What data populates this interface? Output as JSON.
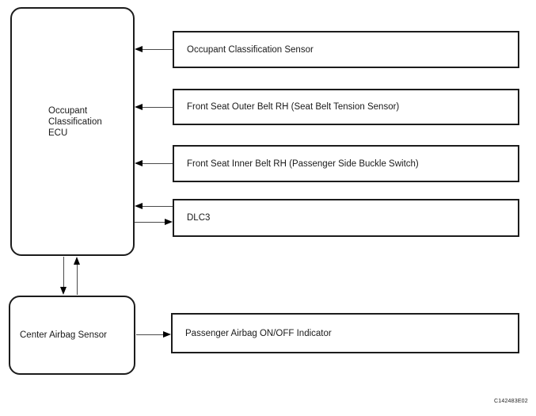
{
  "diagram": {
    "type": "block-diagram",
    "figure_code": "C142483E02",
    "colors": {
      "background": "#ffffff",
      "box_border": "#1c1c1c",
      "connector_line": "#4a4a4a",
      "arrowhead": "#000000",
      "text": "#1a1a1a"
    },
    "nodes": {
      "ecu": {
        "label": "Occupant\nClassification\nECU"
      },
      "occupant_classification_sensor": {
        "label": "Occupant Classification Sensor"
      },
      "front_seat_outer_belt": {
        "label": "Front Seat Outer Belt RH (Seat Belt Tension Sensor)"
      },
      "front_seat_inner_belt": {
        "label": "Front Seat Inner Belt RH (Passenger Side Buckle Switch)"
      },
      "dlc3": {
        "label": "DLC3"
      },
      "center_airbag_sensor": {
        "label": "Center Airbag Sensor"
      },
      "passenger_airbag_indicator": {
        "label": "Passenger Airbag ON/OFF Indicator"
      }
    },
    "connections": [
      {
        "from": "occupant_classification_sensor",
        "to": "ecu",
        "direction": "one-way"
      },
      {
        "from": "front_seat_outer_belt",
        "to": "ecu",
        "direction": "one-way"
      },
      {
        "from": "front_seat_inner_belt",
        "to": "ecu",
        "direction": "one-way"
      },
      {
        "from": "dlc3",
        "to": "ecu",
        "direction": "two-way"
      },
      {
        "from": "ecu",
        "to": "center_airbag_sensor",
        "direction": "two-way"
      },
      {
        "from": "center_airbag_sensor",
        "to": "passenger_airbag_indicator",
        "direction": "one-way"
      }
    ]
  }
}
